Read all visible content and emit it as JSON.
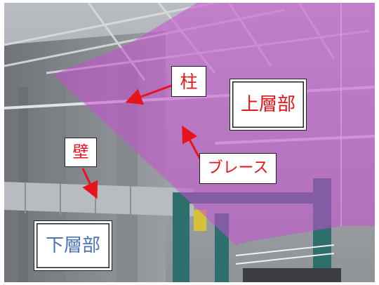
{
  "labels": {
    "upper_zone": "上層部",
    "lower_zone": "下層部",
    "column": "柱",
    "wall": "壁",
    "brace": "ブレース"
  },
  "colors": {
    "highlight_overlay": "#c94fd3",
    "annotation_red": "#e8141b",
    "lower_zone_text": "#4a76b9",
    "arrow": "#e8141b"
  }
}
